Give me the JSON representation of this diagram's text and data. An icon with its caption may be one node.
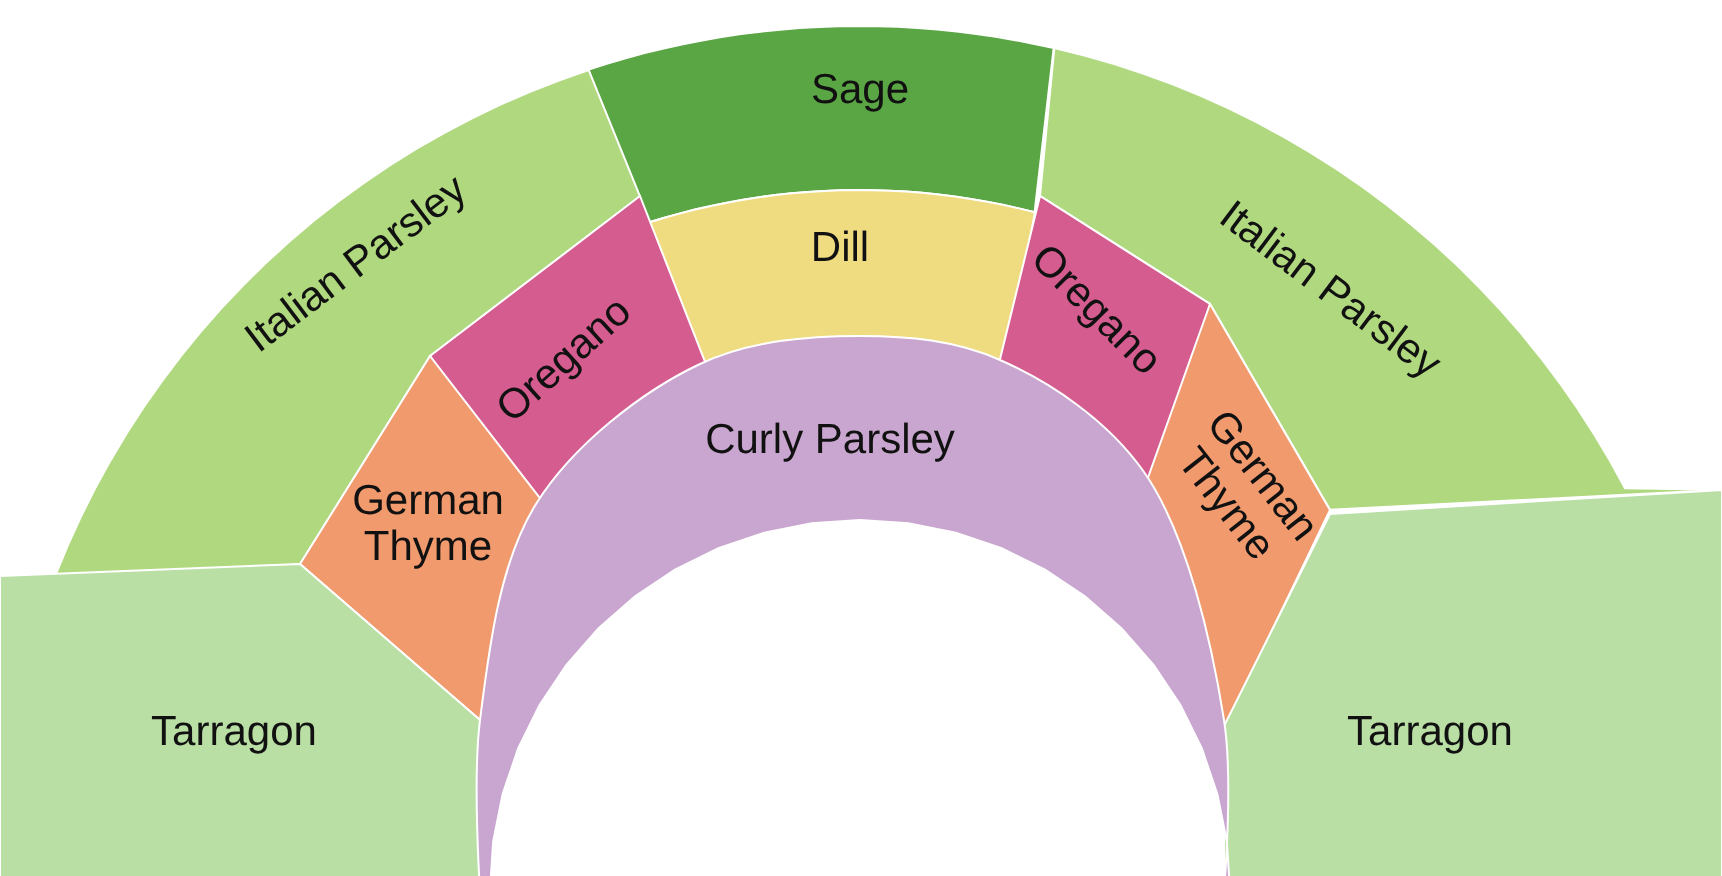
{
  "diagram": {
    "nodes": [
      {
        "text": [
          "Sage"
        ]
      },
      {
        "text": [
          "Italian Parsley"
        ]
      },
      {
        "text": [
          "Dill"
        ]
      },
      {
        "text": [
          "Italian Parsley"
        ]
      },
      {
        "text": [
          "Oregano"
        ]
      },
      {
        "text": [
          "Oregano"
        ]
      },
      {
        "text": [
          "Curly Parsley"
        ]
      },
      {
        "text": [
          "German Thyme"
        ]
      },
      {
        "text": [
          "German Thyme"
        ]
      },
      {
        "text": [
          "Tarragon"
        ]
      },
      {
        "text": [
          "Tarragon"
        ]
      }
    ]
  }
}
